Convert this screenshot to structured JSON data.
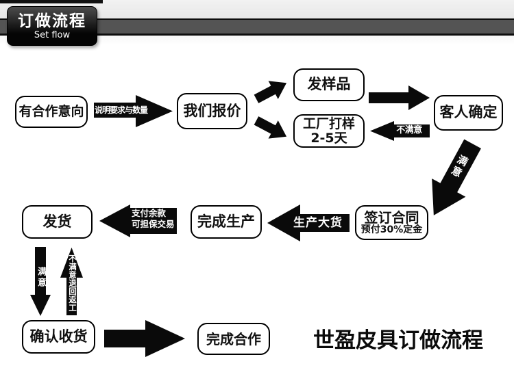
{
  "header": {
    "badge_title": "订做流程",
    "badge_subtitle": "Set flow",
    "bar_color": "#545454",
    "badge_bg": "#111111"
  },
  "flow": {
    "boxes": [
      {
        "id": "intent",
        "label": "有合作意向"
      },
      {
        "id": "quote",
        "label": "我们报价"
      },
      {
        "id": "sample",
        "label": "发样品"
      },
      {
        "id": "proof",
        "label": "工厂打样",
        "label2": "2-5天"
      },
      {
        "id": "confirm",
        "label": "客人确定"
      },
      {
        "id": "contract",
        "label": "签订合同",
        "label2": "预付30%定金"
      },
      {
        "id": "production",
        "label": "完成生产"
      },
      {
        "id": "ship",
        "label": "发货"
      },
      {
        "id": "receipt",
        "label": "确认收货"
      },
      {
        "id": "complete",
        "label": "完成合作"
      }
    ],
    "labels": {
      "explain": "说明要求与数量",
      "unsatisfied": "不满意",
      "satisfied_diagonal": "满意",
      "bulk_production": "生产大货",
      "pay_line1": "支付余款",
      "pay_line2": "可担保交易",
      "satisfied_down": "满意",
      "rework_up": "不满意退回返工"
    },
    "footer_title": "世盈皮具订做流程",
    "arrow_color": "#0a0a0a"
  }
}
